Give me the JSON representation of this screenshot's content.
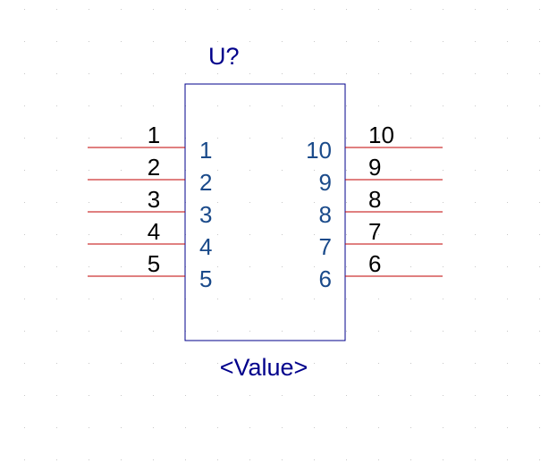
{
  "component": {
    "designator": "U?",
    "value": "<Value>",
    "body_color": "#00008b",
    "pin_line_color": "#c00000",
    "pin_name_color": "#1a4a8a",
    "pin_number_color": "#000000",
    "text_color": "#00008b",
    "grid_color": "#c8c8c8"
  },
  "left_pins": [
    {
      "number": "1",
      "name": "1"
    },
    {
      "number": "2",
      "name": "2"
    },
    {
      "number": "3",
      "name": "3"
    },
    {
      "number": "4",
      "name": "4"
    },
    {
      "number": "5",
      "name": "5"
    }
  ],
  "right_pins": [
    {
      "number": "10",
      "name": "10"
    },
    {
      "number": "9",
      "name": "9"
    },
    {
      "number": "8",
      "name": "8"
    },
    {
      "number": "7",
      "name": "7"
    },
    {
      "number": "6",
      "name": "6"
    }
  ]
}
